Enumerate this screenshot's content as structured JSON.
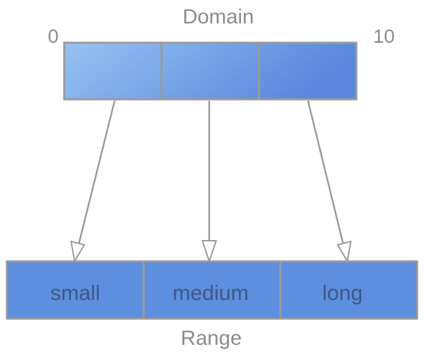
{
  "domain": {
    "title": "Domain",
    "min_label": "0",
    "max_label": "10",
    "segment_count": 3
  },
  "range": {
    "title": "Range",
    "items": [
      "small",
      "medium",
      "long"
    ]
  },
  "colors": {
    "domain_gradient_start": "#96c3f2",
    "domain_gradient_end": "#5a86dc",
    "range_fill": "#5e8ede",
    "stroke": "#9a9a9a",
    "label": "#8c8c8c",
    "range_text": "#3f5a86"
  }
}
